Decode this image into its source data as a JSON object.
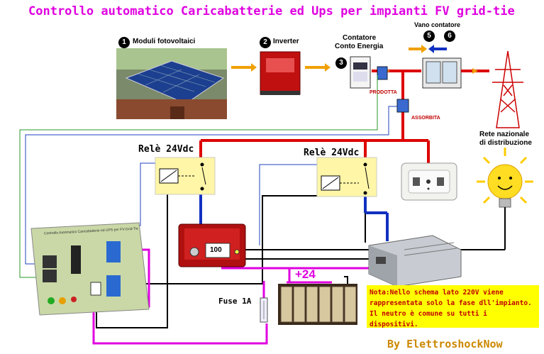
{
  "title": "Controllo automatico Caricabatterie ed Ups per impianti FV grid-tie",
  "steps": [
    {
      "num": "1",
      "label": "Moduli fotovoltaici"
    },
    {
      "num": "2",
      "label": "Inverter"
    },
    {
      "num": "3",
      "label": "Contatore Conto Energia"
    },
    {
      "num": "5",
      "label": ""
    },
    {
      "num": "6",
      "label": ""
    }
  ],
  "contatore_line1": "Contatore",
  "contatore_line2": "Conto Energia",
  "vano_contatore": "Vano contatore",
  "prodotta": "PRODOTTA",
  "assorbita": "ASSORBITA",
  "rete_line1": "Rete nazionale",
  "rete_line2": "di distribuzione",
  "relay_left": "Relè 24Vdc",
  "relay_right": "Relè 24Vdc",
  "board_title": "Controllo Automatico Caricabatterie ed UPS per FV-Grid-Tie",
  "charger_display": "100",
  "battery_voltage": "+24",
  "fuse": "Fuse 1A",
  "note_lines": [
    "Nota:Nello schema lato 220V viene",
    "rappresentata solo la fase dll'impianto.",
    "Il neutro è comune su tutti i dispositivi."
  ],
  "byline": "By ElettroshockNow",
  "colors": {
    "title": "#e000e0",
    "phase_wire": "#dd0000",
    "flow_arrow": "#f0a000",
    "dc_positive": "#e000e0",
    "signal_wire": "#2040c0",
    "note_bg": "#ffff00",
    "note_text": "#c00000",
    "byline": "#cc8800"
  }
}
